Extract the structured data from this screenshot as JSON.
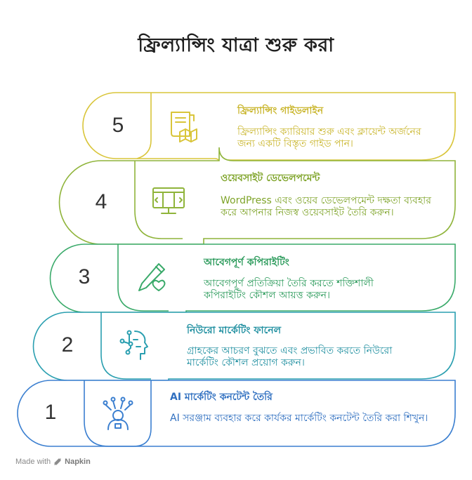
{
  "title": "ফ্রিল্যান্সিং যাত্রা শুরু করা",
  "steps": [
    {
      "number": "5",
      "heading": "ফ্রিল্যান্সিং গাইডলাইন",
      "description": "ফ্রিল্যান্সিং ক্যারিয়ার শুরু এবং ক্লায়েন্ট অর্জনের জন্য একটি বিস্তৃত গাইড পান।",
      "color": "#d9c53a",
      "icon": "document-guide-icon"
    },
    {
      "number": "4",
      "heading": "ওয়েবসাইট ডেভেলপমেন্ট",
      "description": "WordPress এবং ওয়েব ডেভেলপমেন্ট দক্ষতা ব্যবহার করে আপনার নিজস্ব ওয়েবসাইট তৈরি করুন।",
      "color": "#8fb43a",
      "icon": "monitor-code-icon"
    },
    {
      "number": "3",
      "heading": "আবেগপূর্ণ কপিরাইটিং",
      "description": "আবেগপূর্ণ প্রতিক্রিয়া তৈরি করতে শক্তিশালী কপিরাইটিং কৌশল আয়ত্ত করুন।",
      "color": "#3aaa6a",
      "icon": "pen-heart-icon"
    },
    {
      "number": "2",
      "heading": "নিউরো মার্কেটিং ফানেল",
      "description": "গ্রাহকের আচরণ বুঝতে এবং প্রভাবিত করতে নিউরো মার্কেটিং কৌশল প্রয়োগ করুন।",
      "color": "#2a9fb0",
      "icon": "head-network-icon"
    },
    {
      "number": "1",
      "heading": "AI মার্কেটিং কনটেন্ট তৈরি",
      "description": "AI সরঞ্জাম ব্যবহার করে কার্যকর মার্কেটিং কনটেন্ট তৈরি করা শিখুন।",
      "color": "#3b7fd0",
      "icon": "ai-person-icon"
    }
  ],
  "footer": {
    "made_with": "Made with",
    "brand": "Napkin"
  }
}
